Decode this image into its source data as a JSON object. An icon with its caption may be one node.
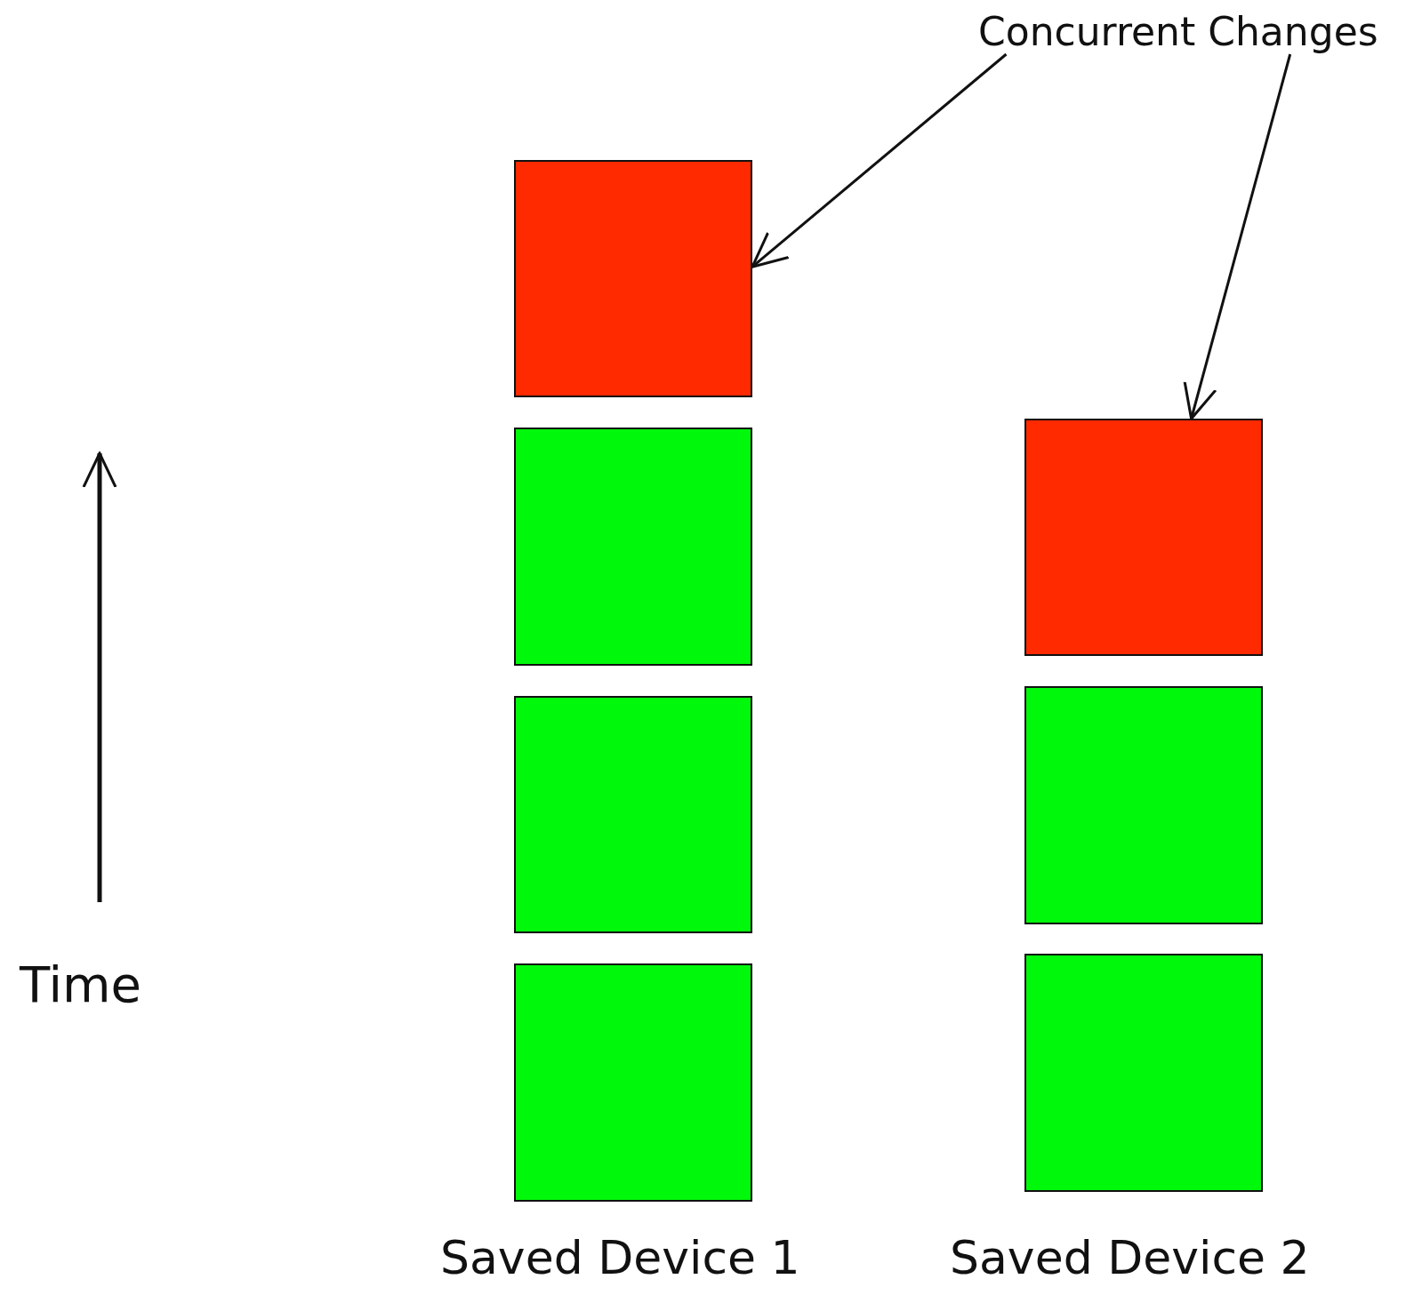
{
  "diagram": {
    "nodes": [
      {
        "text": [
          "Concurrent Changes"
        ]
      },
      {
        "text": [],
        "shape": "box"
      },
      {
        "text": [],
        "shape": "box"
      },
      {
        "text": [],
        "shape": "box"
      },
      {
        "text": [],
        "shape": "box"
      },
      {
        "text": [],
        "shape": "box"
      },
      {
        "text": [],
        "shape": "box"
      },
      {
        "text": [],
        "shape": "box"
      }
    ],
    "edges": [
      {
        "from": 0,
        "to": 1,
        "arrow": "to"
      },
      {
        "from": 0,
        "to": 5,
        "arrow": "to"
      }
    ],
    "labels": [
      "Time",
      "Saved Device 1",
      "Saved Device 2"
    ]
  }
}
